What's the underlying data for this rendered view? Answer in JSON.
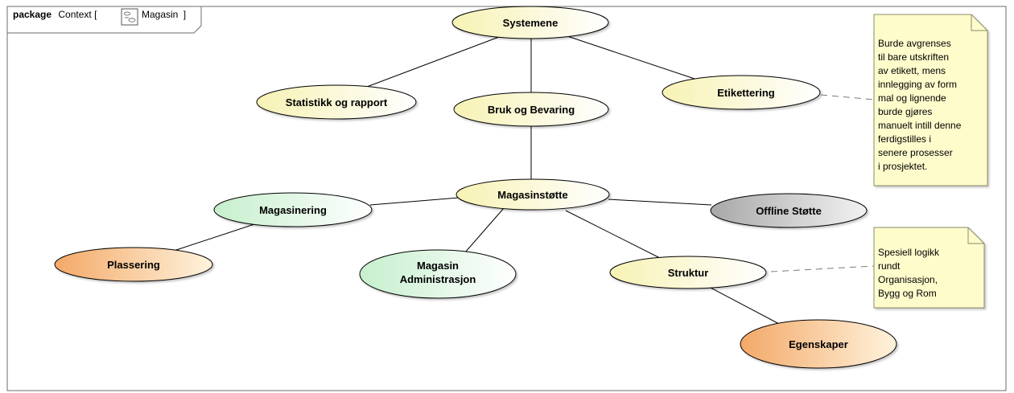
{
  "package": {
    "keyword": "package",
    "name": "Context",
    "open_bracket": "[",
    "element": "Magasin",
    "close_bracket": "]",
    "diagram_icon": "use-case-diagram-icon"
  },
  "colors": {
    "yellow": "#fbf7c6",
    "green": "#d3f3d8",
    "orange": "#f6bf8a",
    "gray": "#c9c9c9",
    "note": "#fffccc",
    "stroke": "#000000"
  },
  "nodes": {
    "systemene": "Systemene",
    "statistikk": "Statistikk og rapport",
    "bruk": "Bruk og Bevaring",
    "etikettering": "Etikettering",
    "magasinstotte": "Magasinstøtte",
    "magasinering": "Magasinering",
    "offline": "Offline Støtte",
    "plassering": "Plassering",
    "magasin_admin": [
      "Magasin",
      "Administrasjon"
    ],
    "struktur": "Struktur",
    "egenskaper": "Egenskaper"
  },
  "notes": {
    "etikett_note": [
      "Burde avgrenses",
      "til bare utskriften",
      "av etikett, mens",
      "innlegging av form",
      "mal og lignende",
      "burde gjøres",
      "manuelt intill denne",
      "ferdigstilles i",
      "senere prosesser",
      "i prosjektet."
    ],
    "struktur_note": [
      "Spesiell logikk",
      "rundt",
      "Organisasjon,",
      "Bygg og Rom"
    ]
  }
}
